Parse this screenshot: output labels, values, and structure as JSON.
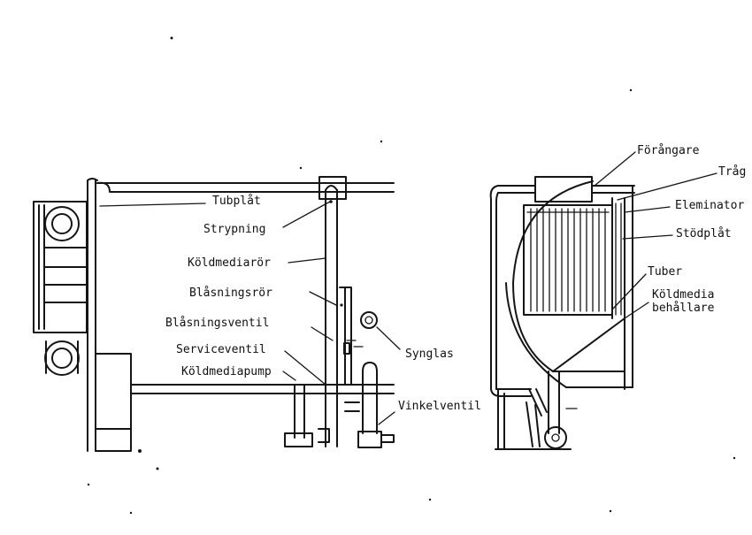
{
  "labels": {
    "tubplat": "Tubplåt",
    "strypning": "Strypning",
    "koldmediaror": "Köldmediarör",
    "blasningsror": "Blåsningsrör",
    "blasningsventil": "Blåsningsventil",
    "serviceventil": "Serviceventil",
    "koldmediapump": "Köldmediapump",
    "synglas": "Synglas",
    "vinkelventil": "Vinkelventil",
    "forangare": "Förångare",
    "trag": "Tråg",
    "eleminator": "Eleminator",
    "stodplat": "Stödplåt",
    "tuber": "Tuber",
    "koldmedia_line1": "Köldmedia",
    "koldmedia_line2": "behållare"
  },
  "colors": {
    "ink": "#151515",
    "paper": "#ffffff"
  }
}
